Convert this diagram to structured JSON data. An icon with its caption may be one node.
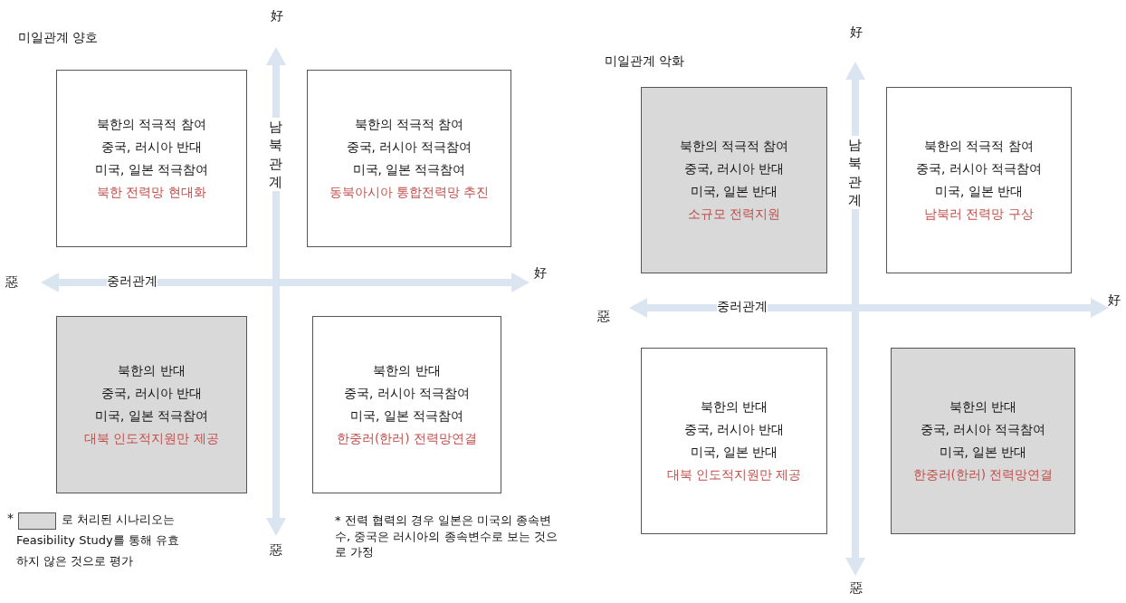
{
  "diagram": {
    "nodes": [
      {
        "text": [
          "북한의 적극적 참여",
          "중국, 러시아 반대",
          "미국, 일본 적극참여",
          "북한 전력망 현대화"
        ]
      },
      {
        "text": [
          "북한의 적극적 참여",
          "중국, 러시아 적극참여",
          "미국, 일본 적극참여",
          "동북아시아 통합전력망 추진"
        ]
      },
      {
        "text": [
          "북한의 반대",
          "중국, 러시아 반대",
          "미국, 일본 적극참여",
          "대북 인도적지원만 제공"
        ]
      },
      {
        "text": [
          "북한의 반대",
          "중국, 러시아 적극참여",
          "미국, 일본 적극참여",
          "한중러(한러) 전력망연결"
        ]
      },
      {
        "text": [
          "북한의 적극적 참여",
          "중국, 러시아 반대",
          "미국, 일본 반대",
          "소규모 전력지원"
        ]
      },
      {
        "text": [
          "북한의 적극적 참여",
          "중국, 러시아 적극참여",
          "미국, 일본 반대",
          "남북러 전력망 구상"
        ]
      },
      {
        "text": [
          "북한의 반대",
          "중국, 러시아 반대",
          "미국, 일본 반대",
          "대북 인도적지원만 제공"
        ]
      },
      {
        "text": [
          "북한의 반대",
          "중국, 러시아 적극참여",
          "미국, 일본 반대",
          "한중러(한러) 전력망연결"
        ]
      }
    ],
    "labels": [
      "好",
      "미일관계 양호",
      "남북관계",
      "惡",
      "중러관계",
      "好",
      "*",
      "* 전력 협력의 경우 일본은 미국의 종속변수, 중국은 러시아의 종속변수로 보는 것으로 가정",
      "惡",
      "好",
      "미일관계 악화",
      "남북관계",
      "惡",
      "중러관계",
      "好",
      "惡"
    ],
    "legend": [
      {
        "text": "로 처리된 시나리오는 Feasibility Study를 통해 유효하지 않은 것으로 평가",
        "color": "#d9d9d9"
      }
    ]
  }
}
